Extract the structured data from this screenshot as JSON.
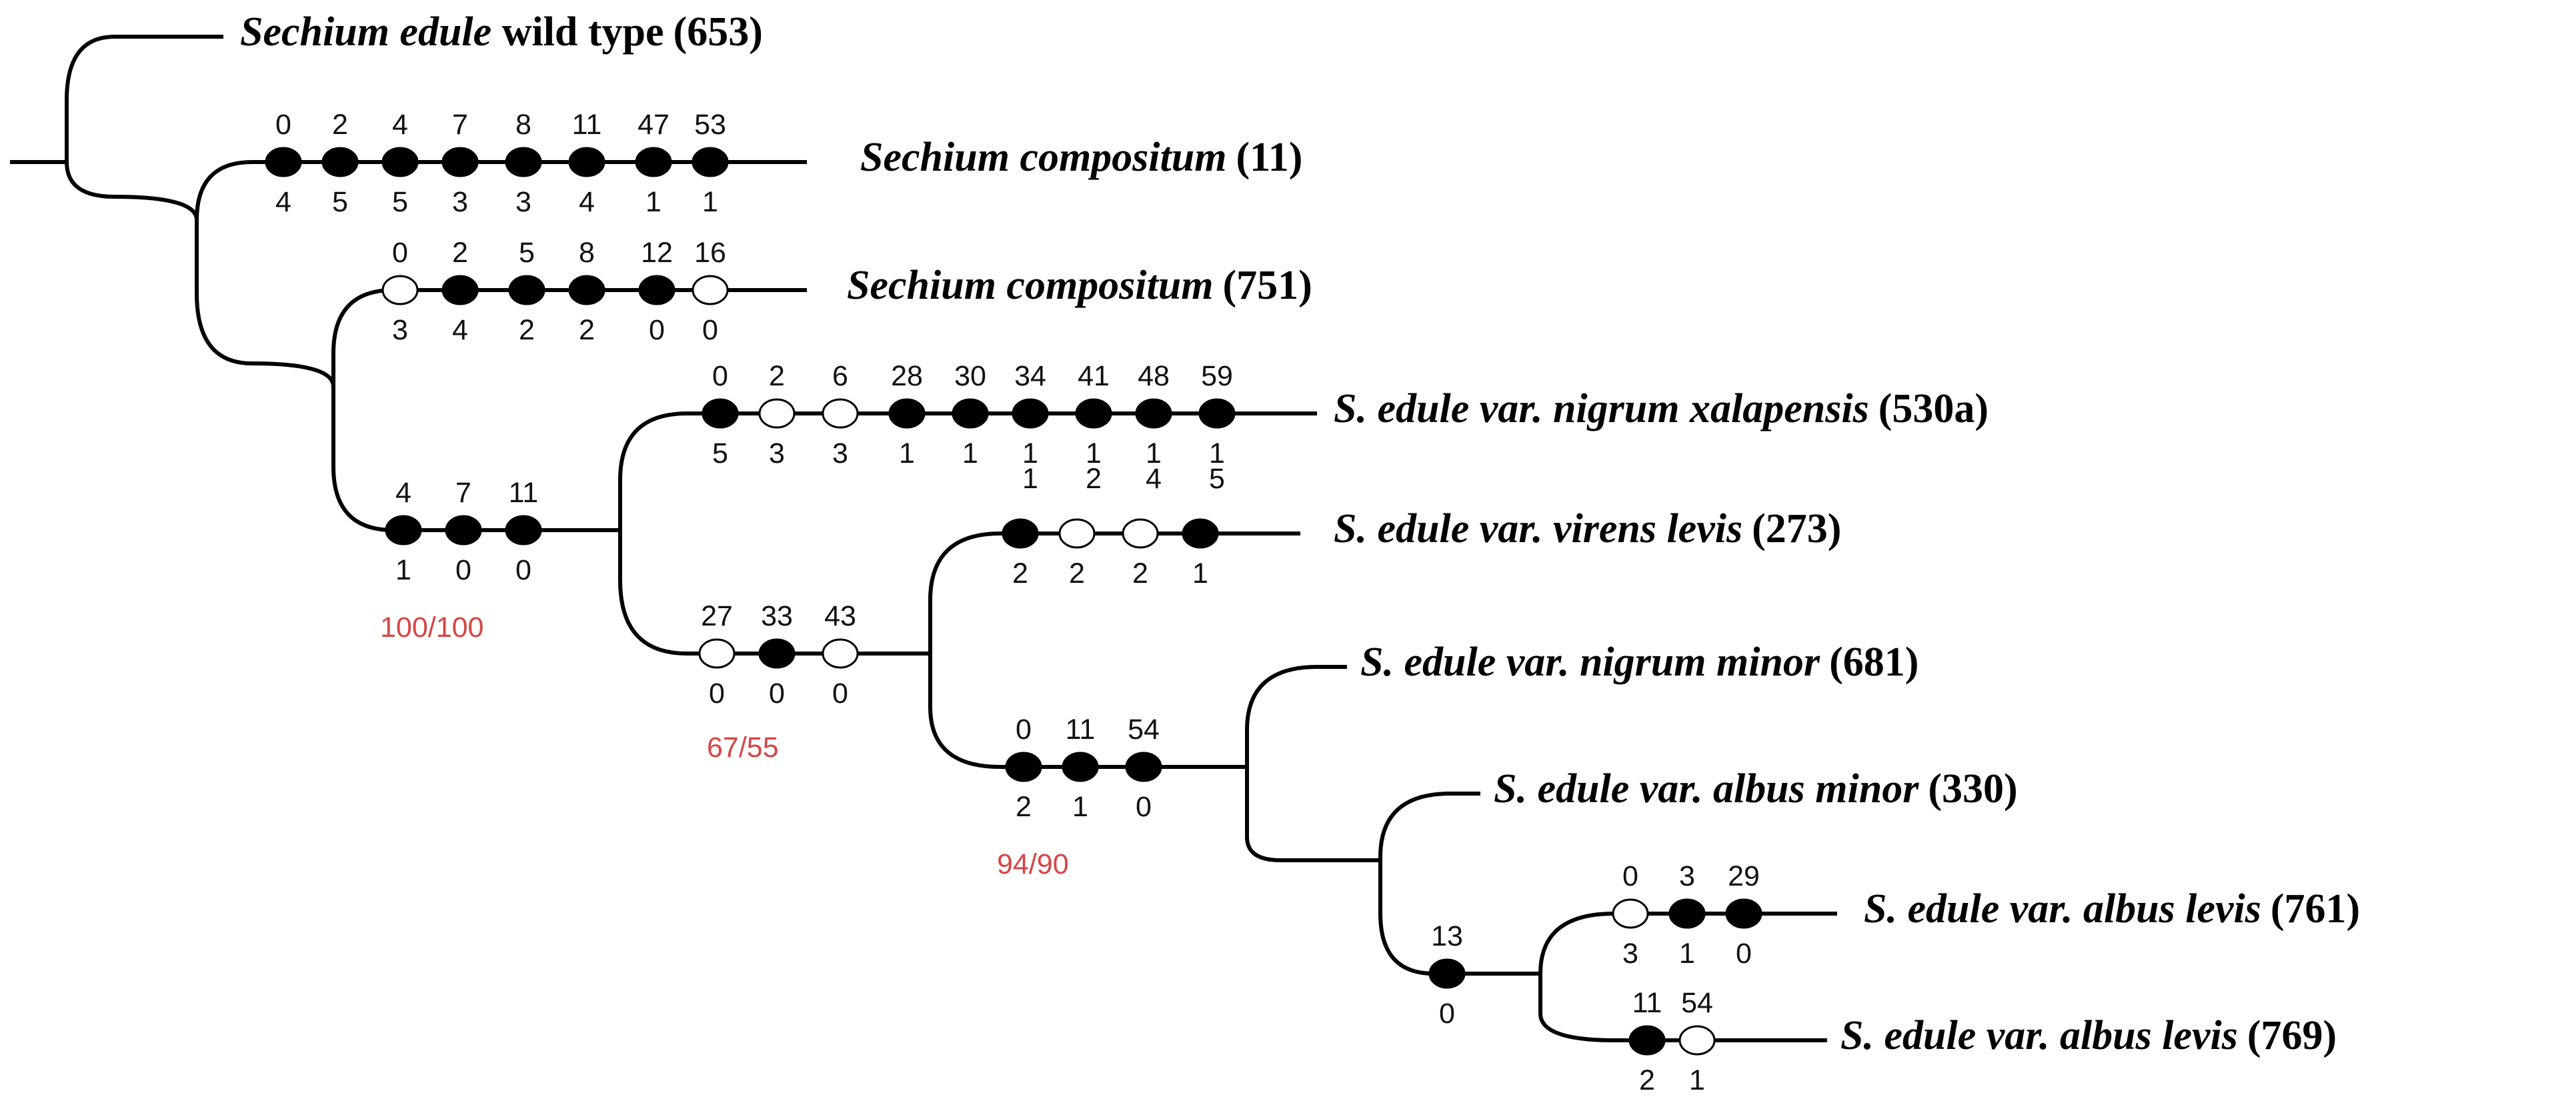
{
  "taxa": {
    "t653": {
      "genus": "Sechium edule",
      "rest": " wild type",
      "code": "(653)"
    },
    "t11": {
      "genus": "Sechium compositum",
      "rest": "",
      "code": "(11)"
    },
    "t751": {
      "genus": "Sechium compositum",
      "rest": "",
      "code": "(751)"
    },
    "t530a": {
      "genus": "S. edule var. nigrum xalapensis",
      "rest": "",
      "code": "(530a)"
    },
    "t273": {
      "genus": "S. edule var. virens levis",
      "rest": "",
      "code": "(273)"
    },
    "t681": {
      "genus": "S. edule var. nigrum minor",
      "rest": "",
      "code": "(681)"
    },
    "t330": {
      "genus": "S. edule var. albus minor",
      "rest": "",
      "code": "(330)"
    },
    "t761": {
      "genus": "S. edule var. albus levis",
      "rest": "",
      "code": "(761)"
    },
    "t769": {
      "genus": "S. edule var. albus levis",
      "rest": "",
      "code": "(769)"
    }
  },
  "support": {
    "node_a": "100/100",
    "node_b": "67/55",
    "node_c": "94/90"
  },
  "characters": {
    "b11": [
      {
        "char": "0",
        "state": "4",
        "filled": true
      },
      {
        "char": "2",
        "state": "5",
        "filled": true
      },
      {
        "char": "4",
        "state": "5",
        "filled": true
      },
      {
        "char": "7",
        "state": "3",
        "filled": true
      },
      {
        "char": "8",
        "state": "3",
        "filled": true
      },
      {
        "char": "11",
        "state": "4",
        "filled": true
      },
      {
        "char": "47",
        "state": "1",
        "filled": true
      },
      {
        "char": "53",
        "state": "1",
        "filled": true
      }
    ],
    "b751": [
      {
        "char": "0",
        "state": "3",
        "filled": false
      },
      {
        "char": "2",
        "state": "4",
        "filled": true
      },
      {
        "char": "5",
        "state": "2",
        "filled": true
      },
      {
        "char": "8",
        "state": "2",
        "filled": true
      },
      {
        "char": "12",
        "state": "0",
        "filled": true
      },
      {
        "char": "16",
        "state": "0",
        "filled": false
      }
    ],
    "bA": [
      {
        "char": "4",
        "state": "1",
        "filled": true
      },
      {
        "char": "7",
        "state": "0",
        "filled": true
      },
      {
        "char": "11",
        "state": "0",
        "filled": true
      }
    ],
    "b530a": [
      {
        "char": "0",
        "state": "5",
        "filled": true
      },
      {
        "char": "2",
        "state": "3",
        "filled": false
      },
      {
        "char": "6",
        "state": "3",
        "filled": false
      },
      {
        "char": "28",
        "state": "1",
        "filled": true
      },
      {
        "char": "30",
        "state": "1",
        "filled": true
      },
      {
        "char": "34",
        "state": "1\n1",
        "filled": true
      },
      {
        "char": "41",
        "state": "1\n2",
        "filled": true
      },
      {
        "char": "48",
        "state": "1\n4",
        "filled": true
      },
      {
        "char": "59",
        "state": "1\n5",
        "filled": true
      }
    ],
    "bB": [
      {
        "char": "27",
        "state": "0",
        "filled": false
      },
      {
        "char": "33",
        "state": "0",
        "filled": true
      },
      {
        "char": "43",
        "state": "0",
        "filled": false
      }
    ],
    "b273": [
      {
        "char": "",
        "state": "2",
        "filled": true
      },
      {
        "char": "",
        "state": "2",
        "filled": false
      },
      {
        "char": "",
        "state": "2",
        "filled": false
      },
      {
        "char": "",
        "state": "1",
        "filled": true
      }
    ],
    "bC": [
      {
        "char": "0",
        "state": "2",
        "filled": true
      },
      {
        "char": "11",
        "state": "1",
        "filled": true
      },
      {
        "char": "54",
        "state": "0",
        "filled": true
      }
    ],
    "bE": [
      {
        "char": "13",
        "state": "0",
        "filled": true
      }
    ],
    "b761": [
      {
        "char": "0",
        "state": "3",
        "filled": false
      },
      {
        "char": "3",
        "state": "1",
        "filled": true
      },
      {
        "char": "29",
        "state": "0",
        "filled": true
      }
    ],
    "b769": [
      {
        "char": "11",
        "state": "2",
        "filled": true
      },
      {
        "char": "54",
        "state": "1",
        "filled": false
      }
    ]
  }
}
